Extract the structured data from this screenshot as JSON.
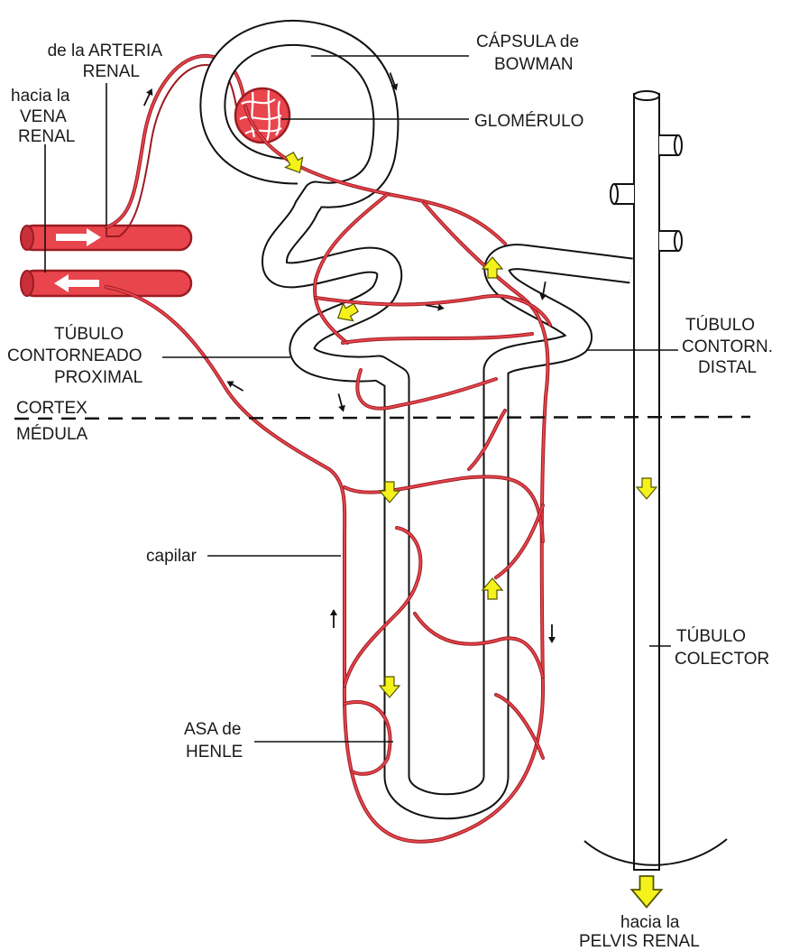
{
  "labels": {
    "arteria_1": "de la ARTERIA",
    "arteria_2": "RENAL",
    "vena_1": "hacia la",
    "vena_2": "VENA",
    "vena_3": "RENAL",
    "capsula_1": "CÁPSULA de",
    "capsula_2": "BOWMAN",
    "glomerulo": "GLOMÉRULO",
    "proximal_1": "TÚBULO",
    "proximal_2": "CONTORNEADO",
    "proximal_3": "PROXIMAL",
    "distal_1": "TÚBULO",
    "distal_2": "CONTORN.",
    "distal_3": "DISTAL",
    "cortex": "CORTEX",
    "medula": "MÉDULA",
    "capilar": "capilar",
    "henle_1": "ASA de",
    "henle_2": "HENLE",
    "colector_1": "TÚBULO",
    "colector_2": "COLECTOR",
    "pelvis_1": "hacia la",
    "pelvis_2": "PELVIS RENAL"
  },
  "colors": {
    "blood_vessel": "#e9454d",
    "vessel_outline": "#9b1c22",
    "flow_arrow": "#f4f21a",
    "tubule_outline": "#111111"
  },
  "icons": {
    "tubule_flow": "yellow-down-arrow",
    "blood_flow": "black-small-arrow",
    "vessel_flow": "white-arrow"
  }
}
